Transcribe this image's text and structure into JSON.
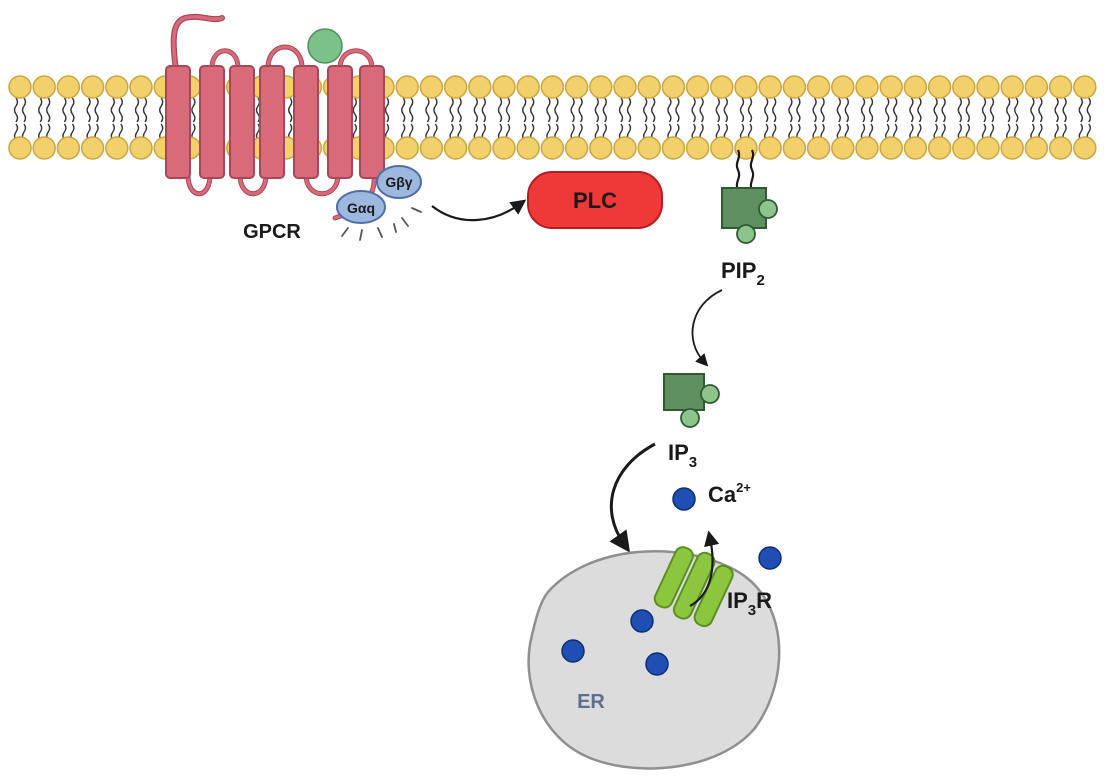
{
  "labels": {
    "gpcr": "GPCR",
    "g_alpha_q": "Gαq",
    "g_beta_gamma": "Gβγ",
    "plc": "PLC",
    "pip2_main": "PIP",
    "pip2_sub": "2",
    "ip3_main": "IP",
    "ip3_sub": "3",
    "ca_main": "Ca",
    "ca_sup": "2+",
    "ip3r_main": "IP",
    "ip3r_sub": "3",
    "ip3r_tail": "R",
    "er": "ER"
  },
  "colors": {
    "membrane_head": "#f2d06b",
    "membrane_head_stroke": "#c9a640",
    "gpcr": "#d96a7a",
    "gpcr_stroke": "#a8475a",
    "ligand": "#7cc08a",
    "g_protein": "#9db7de",
    "g_protein_stroke": "#4f6fa6",
    "plc": "#ef3838",
    "plc_stroke": "#b51e1e",
    "pip": "#5e8f60",
    "pip_light": "#8cc48c",
    "calcium": "#1f4fb3",
    "ip3r": "#8cc63f",
    "er_fill": "#dcdcdc",
    "er_stroke": "#8f8f8f",
    "er_label": "#5c6f8f"
  }
}
